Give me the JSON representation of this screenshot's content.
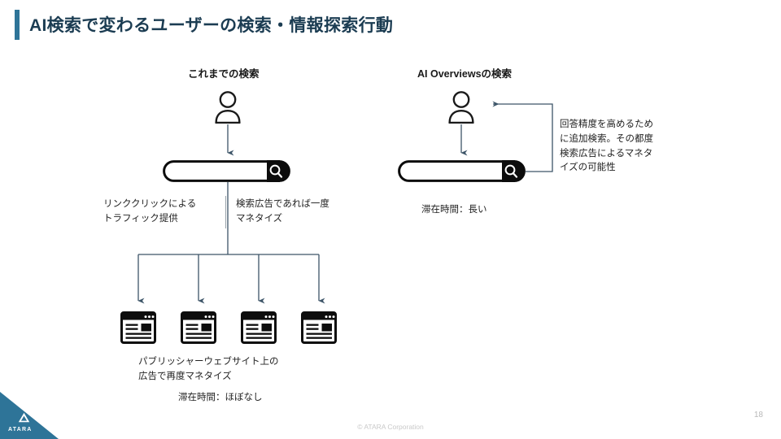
{
  "slide": {
    "title": "AI検索で変わるユーザーの検索・情報探索行動",
    "accent_color": "#2e7498",
    "title_color": "#1b3c52",
    "page_number": "18",
    "copyright": "© ATARA Corporation",
    "logo_text": "ATARA"
  },
  "columns": {
    "left_heading": "これまでの検索",
    "right_heading": "AI Overviewsの検索"
  },
  "notes": {
    "link_traffic": "リンククリックによる\nトラフィック提供",
    "ad_monetize_once": "検索広告であれば一度\nマネタイズ",
    "publisher_ads": "パブリッシャーウェブサイト上の\n広告で再度マネタイズ",
    "dwell_left": "滞在時間：ほぼなし",
    "dwell_right": "滞在時間：長い",
    "loop_note": "回答精度を高めるため\nに追加検索。その都度\n検索広告によるマネタ\nイズの可能性"
  },
  "icons": {
    "person": "person-icon",
    "search": "search-magnifier-icon",
    "website": "website-window-icon"
  },
  "sites": [
    {
      "name": "website-1"
    },
    {
      "name": "website-2"
    },
    {
      "name": "website-3"
    },
    {
      "name": "website-4"
    }
  ],
  "colors": {
    "arrow": "#3d5568",
    "icon_black": "#111111",
    "note_text": "#222222"
  }
}
